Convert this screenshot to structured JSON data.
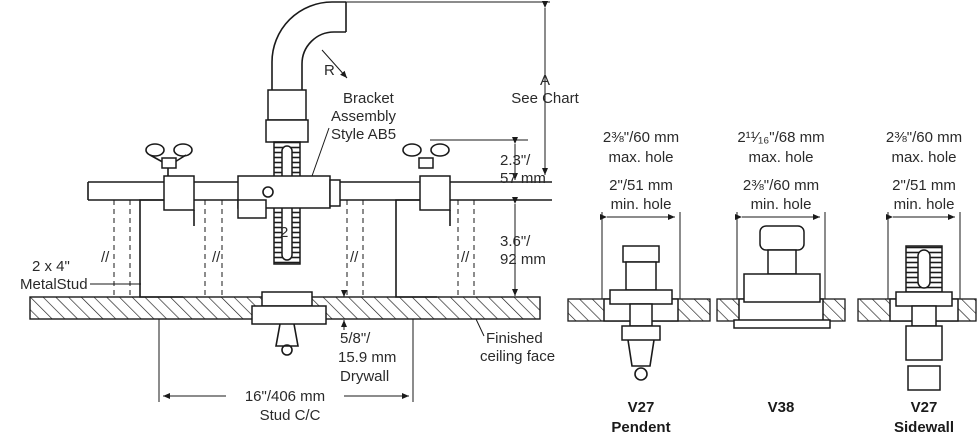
{
  "left_assembly": {
    "radius_label": "R",
    "dim_a": [
      "A",
      "See Chart"
    ],
    "bracket": [
      "Bracket",
      "Assembly",
      "Style AB5"
    ],
    "dim_upper": [
      "2.3\"/",
      "57 mm"
    ],
    "dim_lower": [
      "3.6\"/",
      "92 mm"
    ],
    "stud_label": [
      "2 x 4\"",
      "MetalStud"
    ],
    "drywall": [
      "5/8\"/",
      "15.9 mm",
      "Drywall"
    ],
    "ceiling": [
      "Finished",
      "ceiling face"
    ],
    "stud_spacing": [
      "16\"/406 mm",
      "Stud C/C"
    ]
  },
  "details": [
    {
      "max_hole": [
        "2⅜\"/60 mm",
        "max. hole"
      ],
      "min_hole": [
        "2\"/51 mm",
        "min. hole"
      ],
      "model": "V27",
      "style": "Pendent"
    },
    {
      "max_hole": [
        "2¹¹⁄₁₆\"/68 mm",
        "max. hole"
      ],
      "min_hole": [
        "2⅜\"/60 mm",
        "min. hole"
      ],
      "model": "V38",
      "style": ""
    },
    {
      "max_hole": [
        "2⅜\"/60 mm",
        "max. hole"
      ],
      "min_hole": [
        "2\"/51 mm",
        "min. hole"
      ],
      "model": "V27",
      "style": "Sidewall"
    }
  ]
}
